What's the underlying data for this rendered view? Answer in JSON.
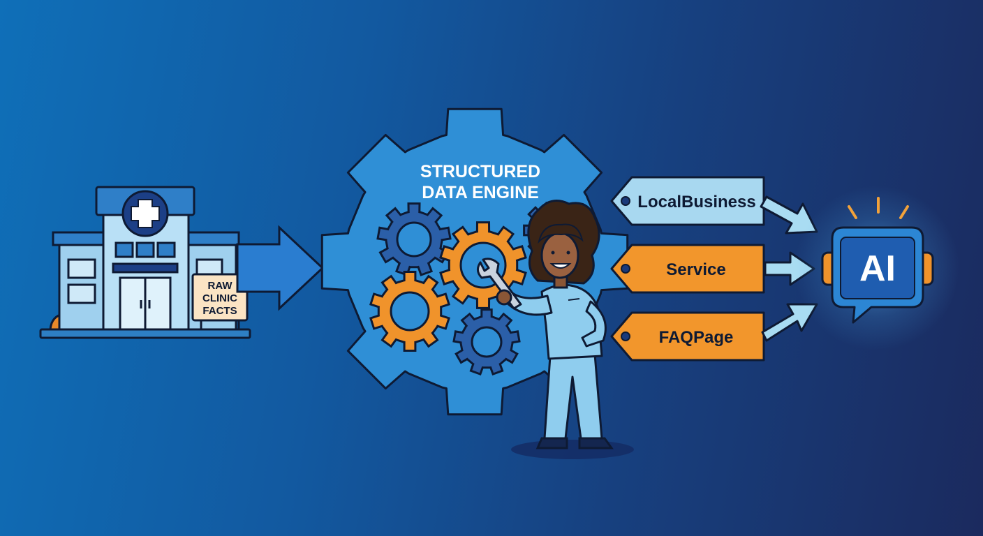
{
  "clinic": {
    "sign_lines": [
      "RAW",
      "CLINIC",
      "FACTS"
    ]
  },
  "engine": {
    "title_lines": [
      "STRUCTURED",
      "DATA ENGINE"
    ]
  },
  "tags": [
    {
      "label": "LocalBusiness",
      "style": "light"
    },
    {
      "label": "Service",
      "style": "orange"
    },
    {
      "label": "FAQPage",
      "style": "orange"
    }
  ],
  "ai": {
    "label": "AI"
  },
  "colors": {
    "gear_blue": "#2f8fd6",
    "gear_dark": "#2b5fa8",
    "gear_orange": "#f0932b",
    "tag_light": "#a8d8f0",
    "tag_orange": "#f2962c",
    "arrow_light": "#a9dcf2",
    "outline": "#0e1a33",
    "ai_bubble": "#2c86d4"
  }
}
